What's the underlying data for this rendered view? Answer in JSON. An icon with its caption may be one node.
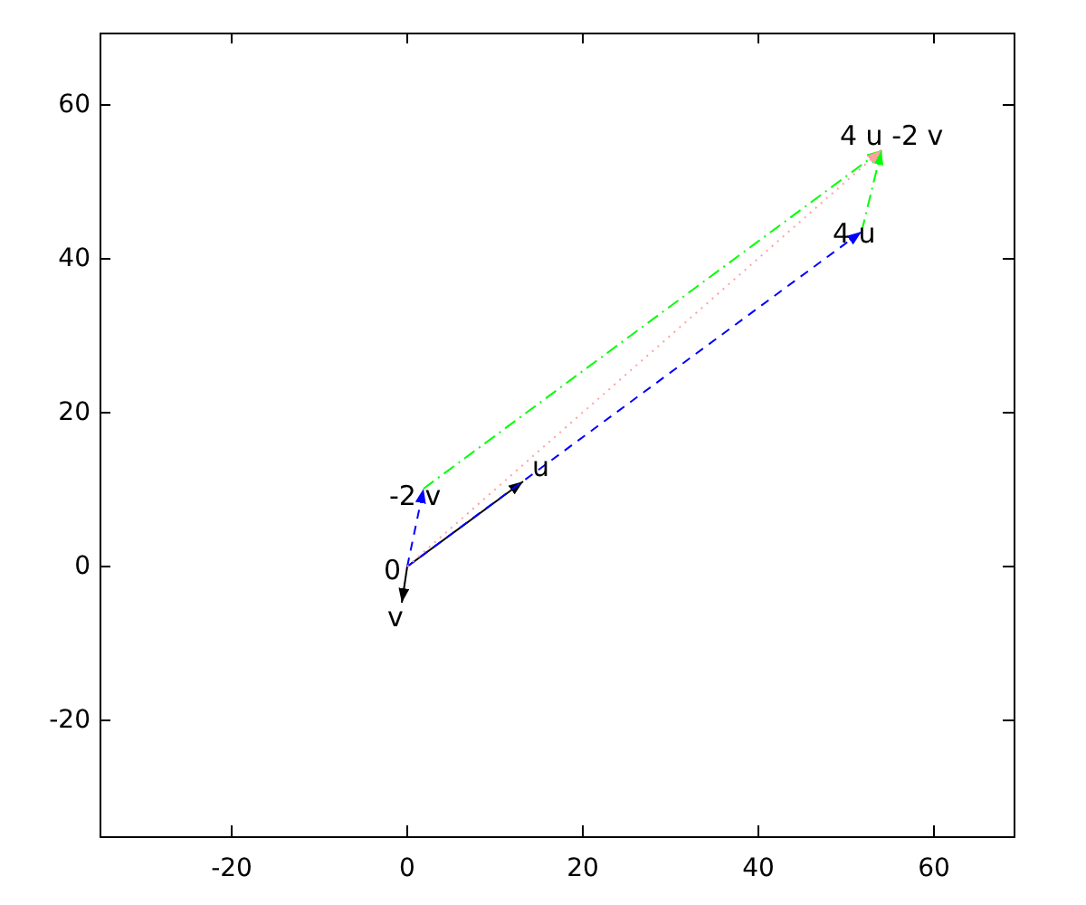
{
  "diagram": {
    "nodes": [
      {
        "text": [
          "0"
        ]
      },
      {
        "text": [
          "u"
        ]
      },
      {
        "text": [
          "v"
        ]
      },
      {
        "text": [
          "-2 v"
        ]
      },
      {
        "text": [
          "4 u"
        ]
      },
      {
        "text": [
          "4 u -2 v"
        ]
      }
    ],
    "edges": [
      {
        "from": 0,
        "to": 1,
        "arrow": "to"
      },
      {
        "from": 0,
        "to": 2,
        "arrow": "to"
      },
      {
        "from": 0,
        "to": 3,
        "arrow": "to",
        "style": "dashed",
        "color": "#0000ff"
      },
      {
        "from": 0,
        "to": 4,
        "arrow": "to",
        "style": "dashed",
        "color": "#0000ff"
      },
      {
        "from": 3,
        "to": 5,
        "arrow": "to",
        "style": "dashed",
        "color": "#00ff00"
      },
      {
        "from": 4,
        "to": 5,
        "arrow": "to",
        "style": "dashed",
        "color": "#00ff00"
      },
      {
        "from": 0,
        "to": 5,
        "arrow": "to",
        "style": "dashed",
        "color": "#ffa0a0"
      }
    ],
    "labels": [
      "60",
      "40",
      "20",
      "0",
      "-20",
      "-20",
      "0",
      "20",
      "40",
      "60"
    ]
  }
}
